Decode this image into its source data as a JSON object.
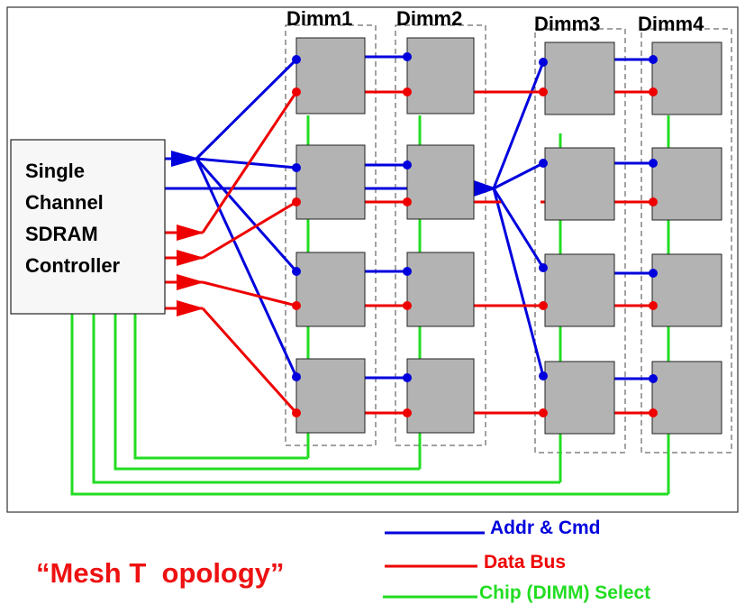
{
  "controller": {
    "line1": "Single",
    "line2": "Channel",
    "line3": "SDRAM",
    "line4": "Controller"
  },
  "dimms": [
    {
      "label": "Dimm1"
    },
    {
      "label": "Dimm2"
    },
    {
      "label": "Dimm3"
    },
    {
      "label": "Dimm4"
    }
  ],
  "legend": {
    "addr_cmd": "Addr & Cmd",
    "data_bus": "Data Bus",
    "chip_select": "Chip (DIMM) Select"
  },
  "caption": "“Mesh T  opology”",
  "colors": {
    "addr_cmd": "#0000dd",
    "data_bus": "#ee0000",
    "chip_select": "#22dd22",
    "chip_fill": "#b3b3b3",
    "caption": "#ee1111"
  }
}
